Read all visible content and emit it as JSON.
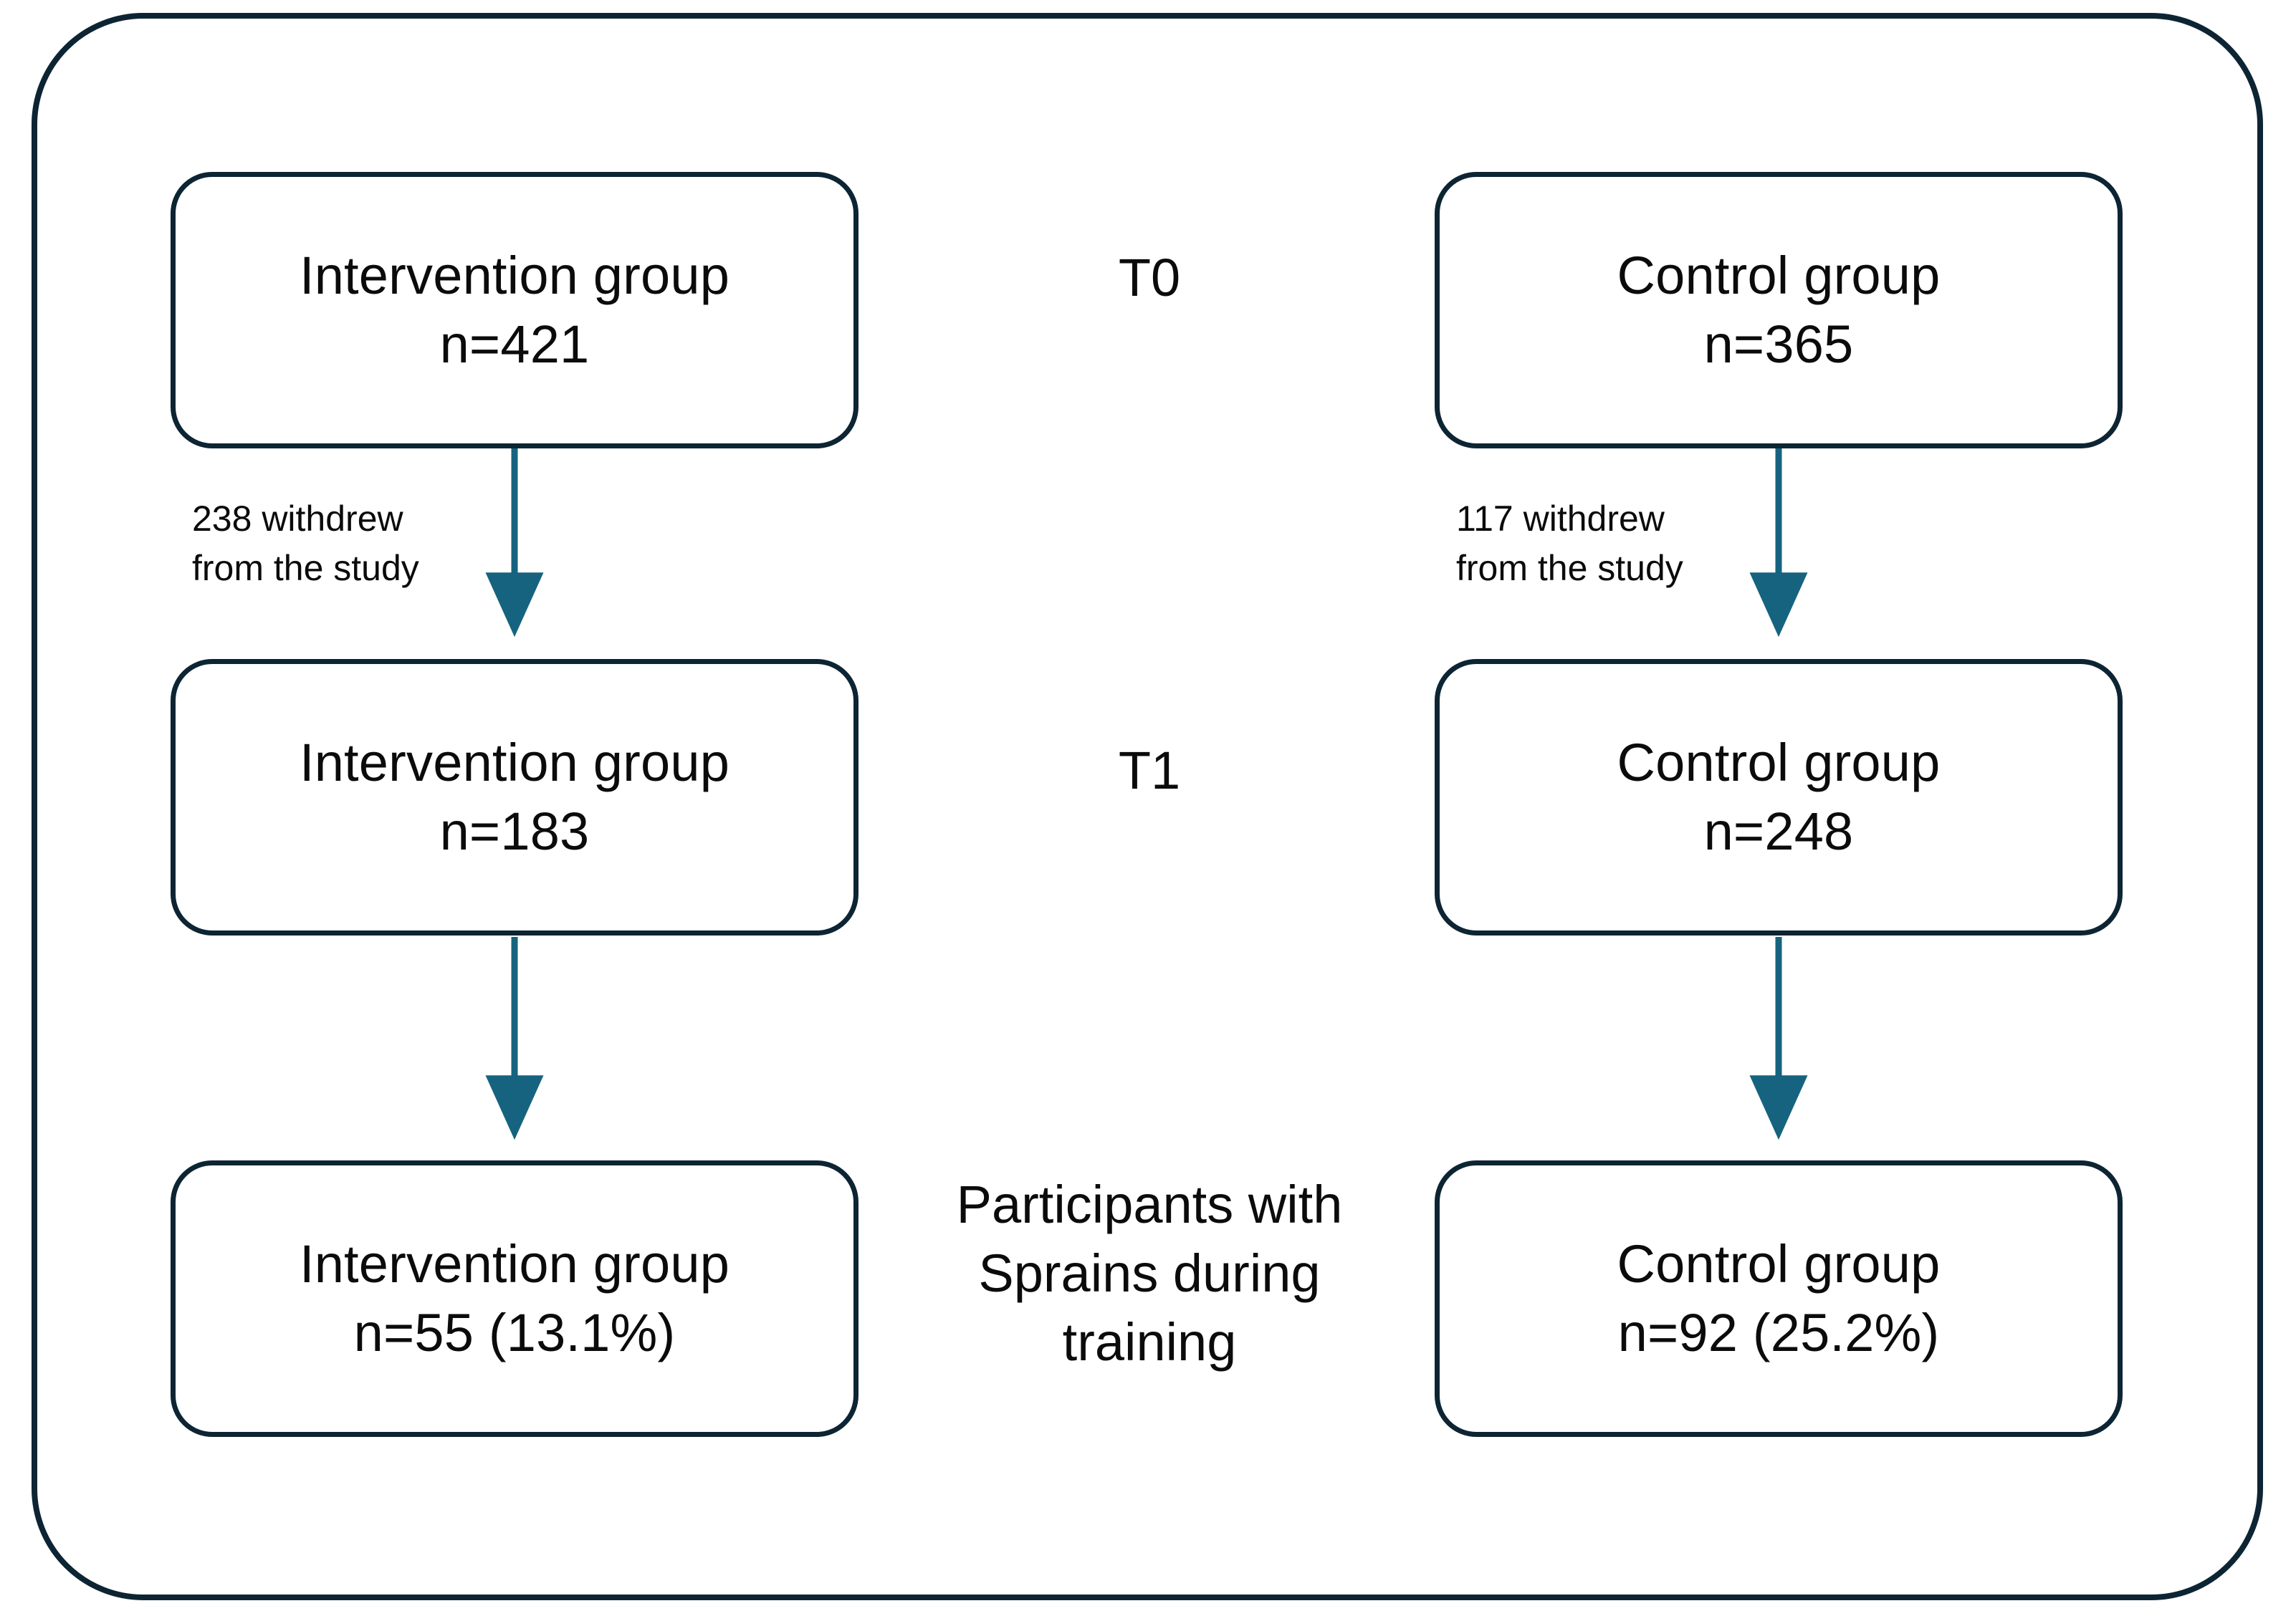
{
  "figure": {
    "type": "participant-flow-diagram",
    "border_color": "#0D2433",
    "arrow_color": "#16637F",
    "text_color": "#0b0b0b",
    "background": "#ffffff"
  },
  "stage_labels": [
    {
      "id": "t0",
      "text": "T0"
    },
    {
      "id": "t1",
      "text": "T1"
    }
  ],
  "center_caption": {
    "lines": [
      "Participants with",
      "Sprains during",
      "training"
    ]
  },
  "columns": [
    {
      "id": "intervention",
      "nodes": [
        {
          "id": "intervention-t0",
          "title": "Intervention group",
          "count": "n=421"
        },
        {
          "id": "intervention-t1",
          "title": "Intervention group",
          "count": "n=183"
        },
        {
          "id": "intervention-sprains",
          "title": "Intervention group",
          "count": "n=55 (13.1%)"
        }
      ],
      "edges": [
        {
          "id": "intervention-withdrew",
          "lines": [
            "238 withdrew",
            "from the study"
          ]
        },
        {
          "id": "intervention-to-sprains",
          "lines": []
        }
      ]
    },
    {
      "id": "control",
      "nodes": [
        {
          "id": "control-t0",
          "title": "Control group",
          "count": "n=365"
        },
        {
          "id": "control-t1",
          "title": "Control group",
          "count": "n=248"
        },
        {
          "id": "control-sprains",
          "title": "Control group",
          "count": "n=92 (25.2%)"
        }
      ],
      "edges": [
        {
          "id": "control-withdrew",
          "lines": [
            "117 withdrew",
            "from the study"
          ]
        },
        {
          "id": "control-to-sprains",
          "lines": []
        }
      ]
    }
  ],
  "chart_data": {
    "type": "table",
    "title": "Participant flow",
    "categories": [
      "T0",
      "T1",
      "Participants with Sprains during training"
    ],
    "series": [
      {
        "name": "Intervention group",
        "values": [
          421,
          183,
          55
        ],
        "percent_final": 13.1,
        "withdrew_after_t0": 238
      },
      {
        "name": "Control group",
        "values": [
          365,
          248,
          92
        ],
        "percent_final": 25.2,
        "withdrew_after_t0": 117
      }
    ]
  }
}
